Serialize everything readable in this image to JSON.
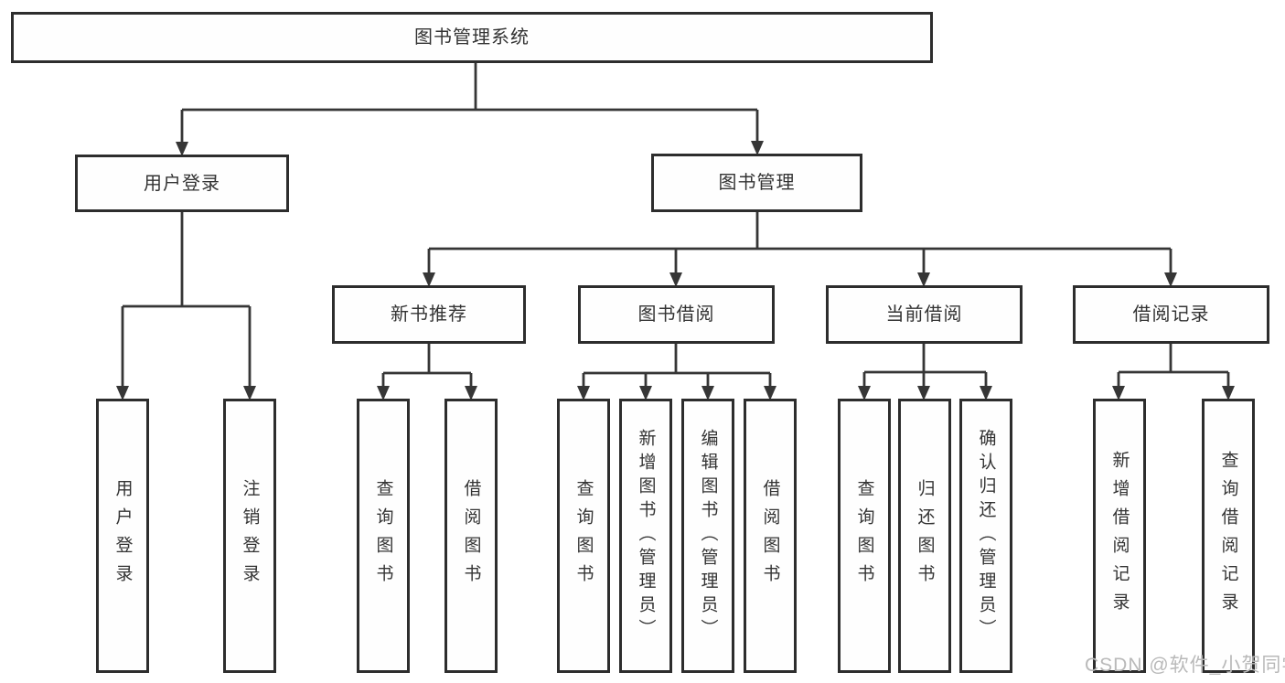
{
  "diagram": {
    "root": {
      "label": "图书管理系统"
    },
    "branches": [
      {
        "label": "用户登录",
        "children": [
          {
            "label": "用户登录"
          },
          {
            "label": "注销登录"
          }
        ]
      },
      {
        "label": "图书管理",
        "children": [
          {
            "label": "新书推荐",
            "children": [
              {
                "label": "查询图书"
              },
              {
                "label": "借阅图书"
              }
            ]
          },
          {
            "label": "图书借阅",
            "children": [
              {
                "label": "查询图书"
              },
              {
                "label": "新增图书（管理员）"
              },
              {
                "label": "编辑图书（管理员）"
              },
              {
                "label": "借阅图书"
              }
            ]
          },
          {
            "label": "当前借阅",
            "children": [
              {
                "label": "查询图书"
              },
              {
                "label": "归还图书"
              },
              {
                "label": "确认归还（管理员）"
              }
            ]
          },
          {
            "label": "借阅记录",
            "children": [
              {
                "label": "新增借阅记录"
              },
              {
                "label": "查询借阅记录"
              }
            ]
          }
        ]
      }
    ]
  },
  "watermark": {
    "text": "CSDN @软件_小贺同学"
  },
  "colors": {
    "line": "#363636",
    "box_border": "#2d2d2d",
    "text": "#333333",
    "watermark": "#b9b9b9",
    "background": "#ffffff"
  }
}
